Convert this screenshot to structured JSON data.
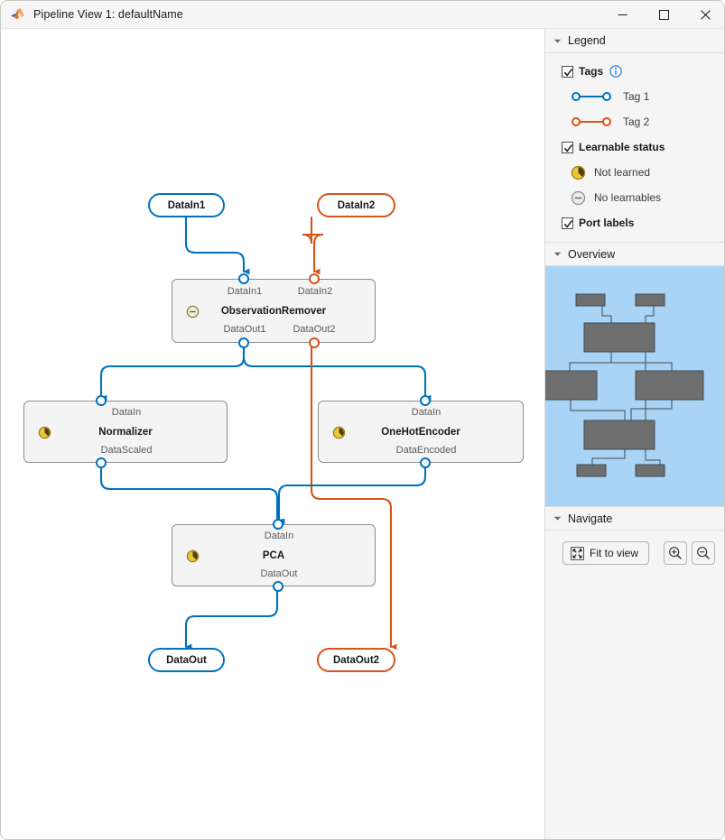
{
  "window": {
    "title": "Pipeline View 1: defaultName",
    "app_icon": "matlab-logo-icon",
    "controls": {
      "minimize": "minimize-icon",
      "maximize": "maximize-icon",
      "close": "close-icon"
    }
  },
  "colors": {
    "tag1": "#0072bd",
    "tag2": "#d95319",
    "block_fill": "#f4f4f4",
    "block_border": "#8c8c8c",
    "overview_bg": "#aad4f5",
    "overview_block": "#6e6e6e",
    "panel_bg": "#f5f5f5",
    "not_learned": "#e8c43c",
    "no_learnables": "#a0a0a0"
  },
  "canvas": {
    "input_pills": [
      {
        "label": "DataIn1",
        "tag": "tag1"
      },
      {
        "label": "DataIn2",
        "tag": "tag2"
      }
    ],
    "output_pills": [
      {
        "label": "DataOut",
        "tag": "tag1"
      },
      {
        "label": "DataOut2",
        "tag": "tag2"
      }
    ],
    "blocks": [
      {
        "name": "ObservationRemover",
        "status": "no-learnables",
        "inputs": [
          "DataIn1",
          "DataIn2"
        ],
        "outputs": [
          "DataOut1",
          "DataOut2"
        ]
      },
      {
        "name": "Normalizer",
        "status": "not-learned",
        "inputs": [
          "DataIn"
        ],
        "outputs": [
          "DataScaled"
        ]
      },
      {
        "name": "OneHotEncoder",
        "status": "not-learned",
        "inputs": [
          "DataIn"
        ],
        "outputs": [
          "DataEncoded"
        ]
      },
      {
        "name": "PCA",
        "status": "not-learned",
        "inputs": [
          "DataIn"
        ],
        "outputs": [
          "DataOut"
        ]
      }
    ]
  },
  "legend": {
    "header": "Legend",
    "caret": "chevron-down-icon",
    "tags_checkbox": {
      "label": "Tags",
      "checked": true
    },
    "tags_info_icon": "info-icon",
    "tag_entries": [
      {
        "label": "Tag 1",
        "color_key": "tag1"
      },
      {
        "label": "Tag 2",
        "color_key": "tag2"
      }
    ],
    "learnable_checkbox": {
      "label": "Learnable status",
      "checked": true
    },
    "learnable_entries": [
      {
        "label": "Not learned",
        "icon": "clock-icon"
      },
      {
        "label": "No learnables",
        "icon": "circle-dash-icon"
      }
    ],
    "port_labels_checkbox": {
      "label": "Port labels",
      "checked": true
    }
  },
  "overview": {
    "header": "Overview",
    "caret": "chevron-down-icon"
  },
  "navigate": {
    "header": "Navigate",
    "caret": "chevron-down-icon",
    "fit_to_view": {
      "label": "Fit to view",
      "icon": "fit-to-view-icon"
    },
    "zoom_in": {
      "icon": "zoom-in-icon"
    },
    "zoom_out": {
      "icon": "zoom-out-icon"
    }
  }
}
